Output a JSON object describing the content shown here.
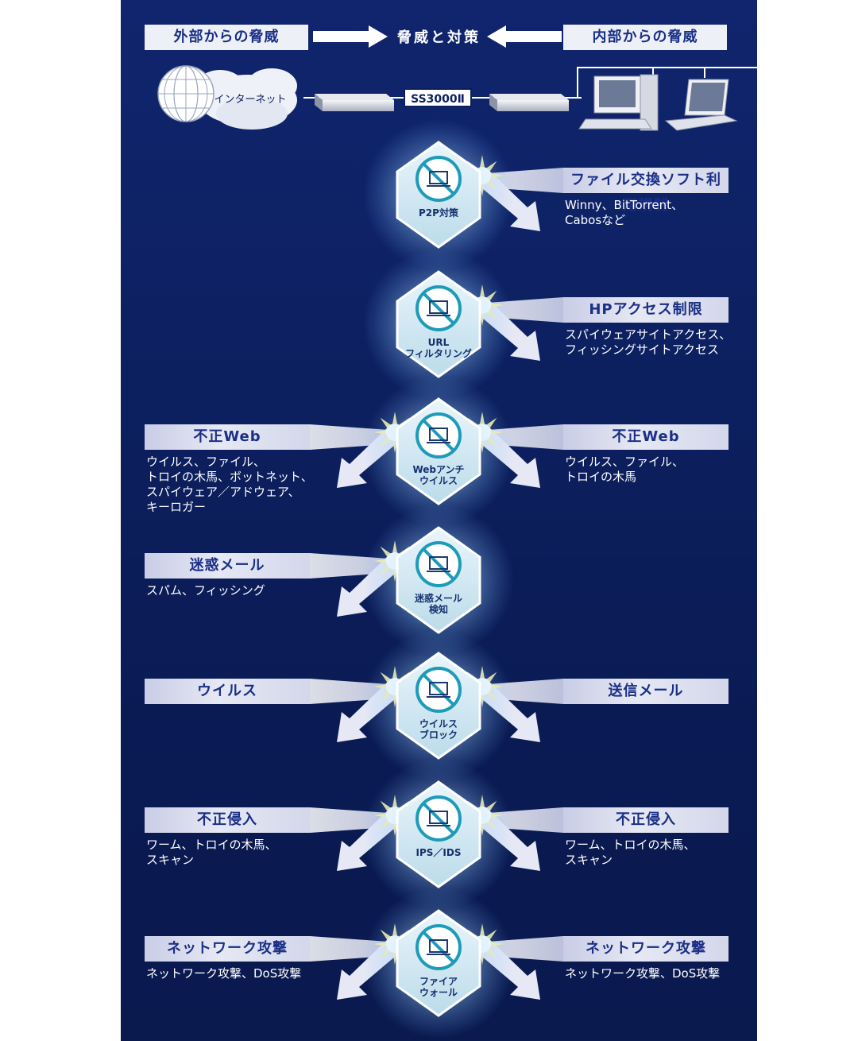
{
  "header": {
    "external_threat": "外部からの脅威",
    "center_title": "脅威と対策",
    "internal_threat": "内部からの脅威"
  },
  "network": {
    "internet_label": "インターネット",
    "device_label": "SS3000Ⅱ"
  },
  "defenses": [
    {
      "id": "p2p",
      "icon": "p2p-prohibited-icon",
      "label": "P2P対策",
      "left": null,
      "right": {
        "title": "ファイル交換ソフト利用規制",
        "desc": "Winny、BitTorrent、\nCabosなど"
      }
    },
    {
      "id": "url",
      "icon": "eye-prohibited-icon",
      "label": "URL\nフィルタリング",
      "left": null,
      "right": {
        "title": "HPアクセス制限",
        "desc": "スパイウェアサイトアクセス、\nフィッシングサイトアクセス"
      }
    },
    {
      "id": "web",
      "icon": "web-skull-prohibited-icon",
      "label": "Webアンチ\nウイルス",
      "left": {
        "title": "不正Web",
        "desc": "ウイルス、ファイル、\nトロイの木馬、ボットネット、\nスパイウェア／アドウェア、\nキーロガー"
      },
      "right": {
        "title": "不正Web",
        "desc": "ウイルス、ファイル、\nトロイの木馬"
      }
    },
    {
      "id": "spam",
      "icon": "mail-prohibited-icon",
      "label": "迷惑メール\n検知",
      "left": {
        "title": "迷惑メール",
        "desc": "スパム、フィッシング"
      },
      "right": null
    },
    {
      "id": "virus",
      "icon": "virus-prohibited-icon",
      "label": "ウイルス\nブロック",
      "left": {
        "title": "ウイルス",
        "desc": ""
      },
      "right": {
        "title": "送信メール",
        "desc": ""
      }
    },
    {
      "id": "ips",
      "icon": "intruder-prohibited-icon",
      "label": "IPS／IDS",
      "left": {
        "title": "不正侵入",
        "desc": "ワーム、トロイの木馬、\nスキャン"
      },
      "right": {
        "title": "不正侵入",
        "desc": "ワーム、トロイの木馬、\nスキャン"
      }
    },
    {
      "id": "fw",
      "icon": "firewall-prohibited-icon",
      "label": "ファイア\nウォール",
      "left": {
        "title": "ネットワーク攻撃",
        "desc": "ネットワーク攻撃、DoS攻撃"
      },
      "right": {
        "title": "ネットワーク攻撃",
        "desc": "ネットワーク攻撃、DoS攻撃"
      }
    }
  ],
  "colors": {
    "background": "#0c1f5e",
    "label_bg": "#d8dbec",
    "label_text": "#1a2f86",
    "shield": "#cfe6f2",
    "icon": "#1d9bb8"
  }
}
